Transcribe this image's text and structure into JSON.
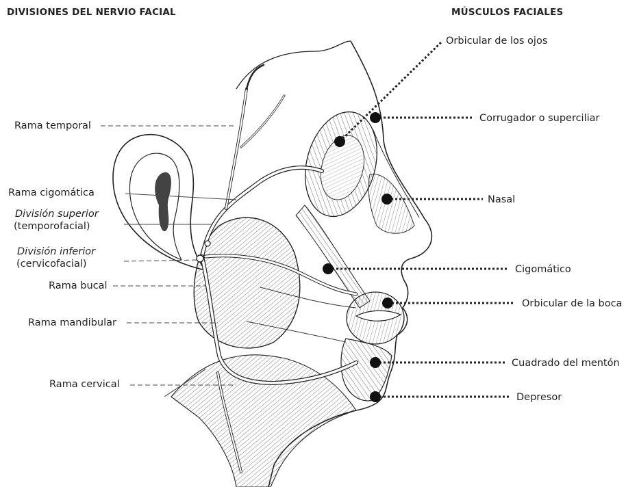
{
  "headings": {
    "left": "DIVISIONES DEL NERVIO FACIAL",
    "right": "MÚSCULOS FACIALES"
  },
  "nerve_labels": {
    "temporal": "Rama temporal",
    "zygomatic": "Rama cigomática",
    "upper_division": "División superior",
    "upper_division_sub": "(temporofacial)",
    "lower_division": "División inferior",
    "lower_division_sub": "(cervicofacial)",
    "buccal": "Rama bucal",
    "mandibular": "Rama mandibular",
    "cervical": "Rama cervical"
  },
  "muscle_labels": {
    "orbicularis_oculi": "Orbicular de los ojos",
    "corrugator": "Corrugador o superciliar",
    "nasal": "Nasal",
    "zygomaticus": "Cigomático",
    "orbicularis_oris": "Orbicular de la boca",
    "mentalis": "Cuadrado del mentón",
    "depressor": "Depresor"
  }
}
